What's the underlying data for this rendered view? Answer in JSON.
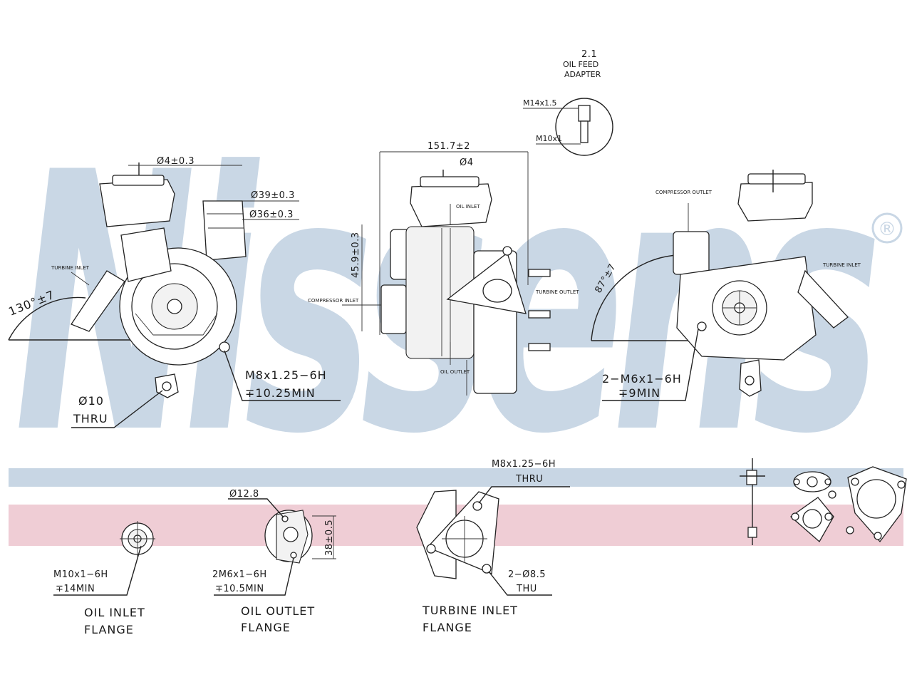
{
  "brand": {
    "watermark": "Nissens",
    "registered": "®",
    "watermark_color": "#c9d7e5",
    "stripe_blue": "#c8d6e4",
    "stripe_pink": "#efcdd5"
  },
  "side_view": {
    "dim_top": "Ø4±0.3",
    "dim_39": "Ø39±0.3",
    "dim_36": "Ø36±0.3",
    "angle": "130°±7",
    "turbine_inlet": "TURBINE INLET",
    "thread_line1": "M8x1.25−6H",
    "thread_line2": "∓10.25MIN",
    "hole_line1": "Ø10",
    "hole_line2": "THRU"
  },
  "front_view": {
    "width_dim": "151.7±2",
    "dia_dim": "Ø4",
    "height_dim": "45.9±0.3",
    "oil_inlet": "OIL INLET",
    "compressor_inlet": "COMPRESSOR INLET",
    "turbine_outlet": "TURBINE OUTLET",
    "oil_outlet": "OIL OUTLET"
  },
  "adapter": {
    "number": "2.1",
    "line1": "OIL FEED",
    "line2": "ADAPTER",
    "thread_top": "M14x1.5",
    "thread_bottom": "M10x1"
  },
  "rear_view": {
    "compressor_outlet": "COMPRESSOR OUTLET",
    "turbine_inlet": "TURBINE INLET",
    "angle": "87°±7",
    "thread_line1": "2−M6x1−6H",
    "thread_line2": "∓9MIN"
  },
  "oil_inlet_flange": {
    "thread_line1": "M10x1−6H",
    "thread_line2": "∓14MIN",
    "title_line1": "OIL INLET",
    "title_line2": "FLANGE"
  },
  "oil_outlet_flange": {
    "dia": "Ø12.8",
    "dim": "38±0.5",
    "thread_line1": "2M6x1−6H",
    "thread_line2": "∓10.5MIN",
    "title_line1": "OIL OUTLET",
    "title_line2": "FLANGE"
  },
  "turbine_inlet_flange": {
    "thread_line1": "M8x1.25−6H",
    "thread_line2": "THRU",
    "hole_line1": "2−Ø8.5",
    "hole_line2": "THU",
    "title_line1": "TURBINE INLET",
    "title_line2": "FLANGE"
  }
}
